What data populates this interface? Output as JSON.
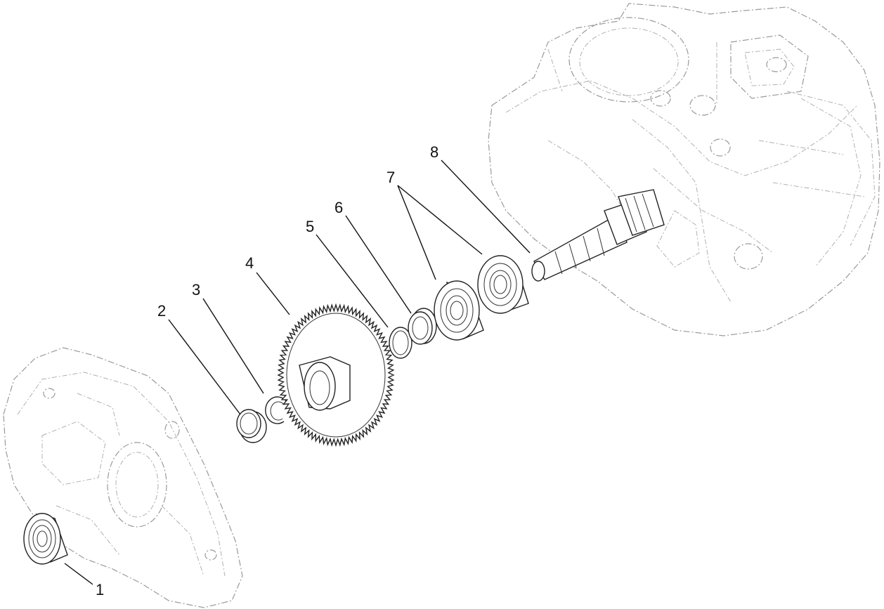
{
  "callouts": {
    "c1": "1",
    "c2": "2",
    "c3": "3",
    "c4": "4",
    "c5": "5",
    "c6": "6",
    "c7": "7",
    "c8": "8"
  },
  "colors": {
    "line": "#222222",
    "ghost": "#9a9a9a",
    "background": "#ffffff"
  }
}
